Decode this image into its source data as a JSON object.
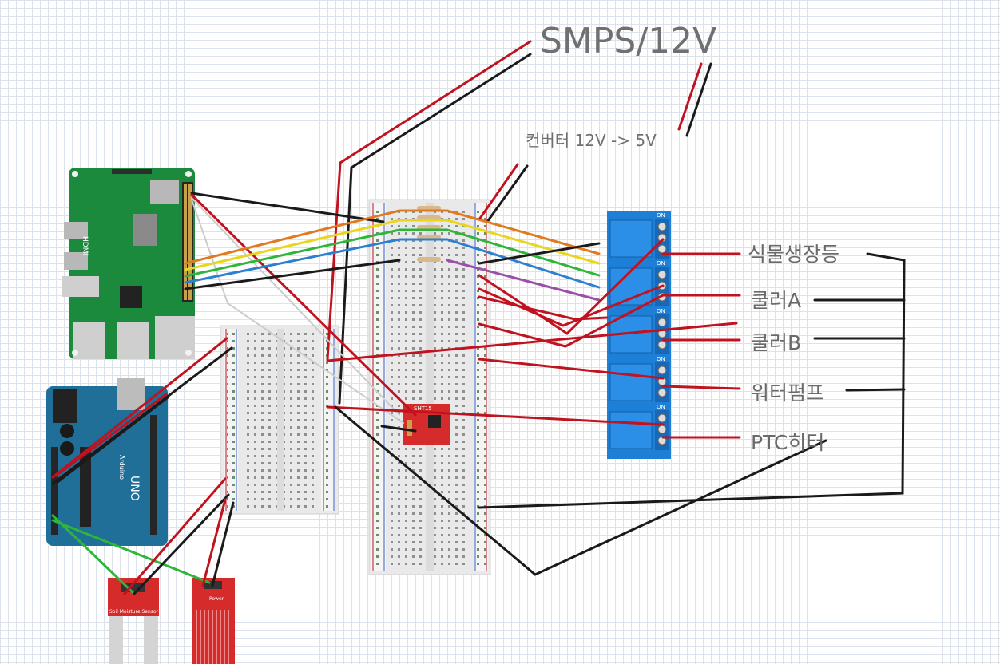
{
  "labels": {
    "smps": "SMPS/12V",
    "converter": "컨버터 12V -> 5V",
    "relay_loads": [
      "식물생장등",
      "쿨러A",
      "쿨러B",
      "워터펌프",
      "PTC히터"
    ]
  },
  "components": {
    "raspberry_pi": {
      "hdmi_text": "HDMI"
    },
    "arduino": {
      "logo_text": "UNO",
      "brand_text": "Arduino"
    },
    "sht15": {
      "label": "SHT15"
    },
    "soil_sensor": {
      "label": "Soil Moisture Sensor"
    },
    "water_sensor": {
      "label": "Power"
    },
    "relay": {
      "on_text": "ON"
    }
  },
  "colors": {
    "wire_red": "#c1121f",
    "wire_black": "#1a1a1a",
    "wire_orange": "#e07a1f",
    "wire_yellow": "#e8d51e",
    "wire_green": "#2fb53a",
    "wire_blue": "#2f7fd0",
    "wire_purple": "#9b4fa6",
    "pcb_green": "#1c8a3c",
    "arduino_blue": "#1f6f99",
    "relay_blue": "#1d7fd6",
    "sensor_red": "#d62b2b"
  }
}
